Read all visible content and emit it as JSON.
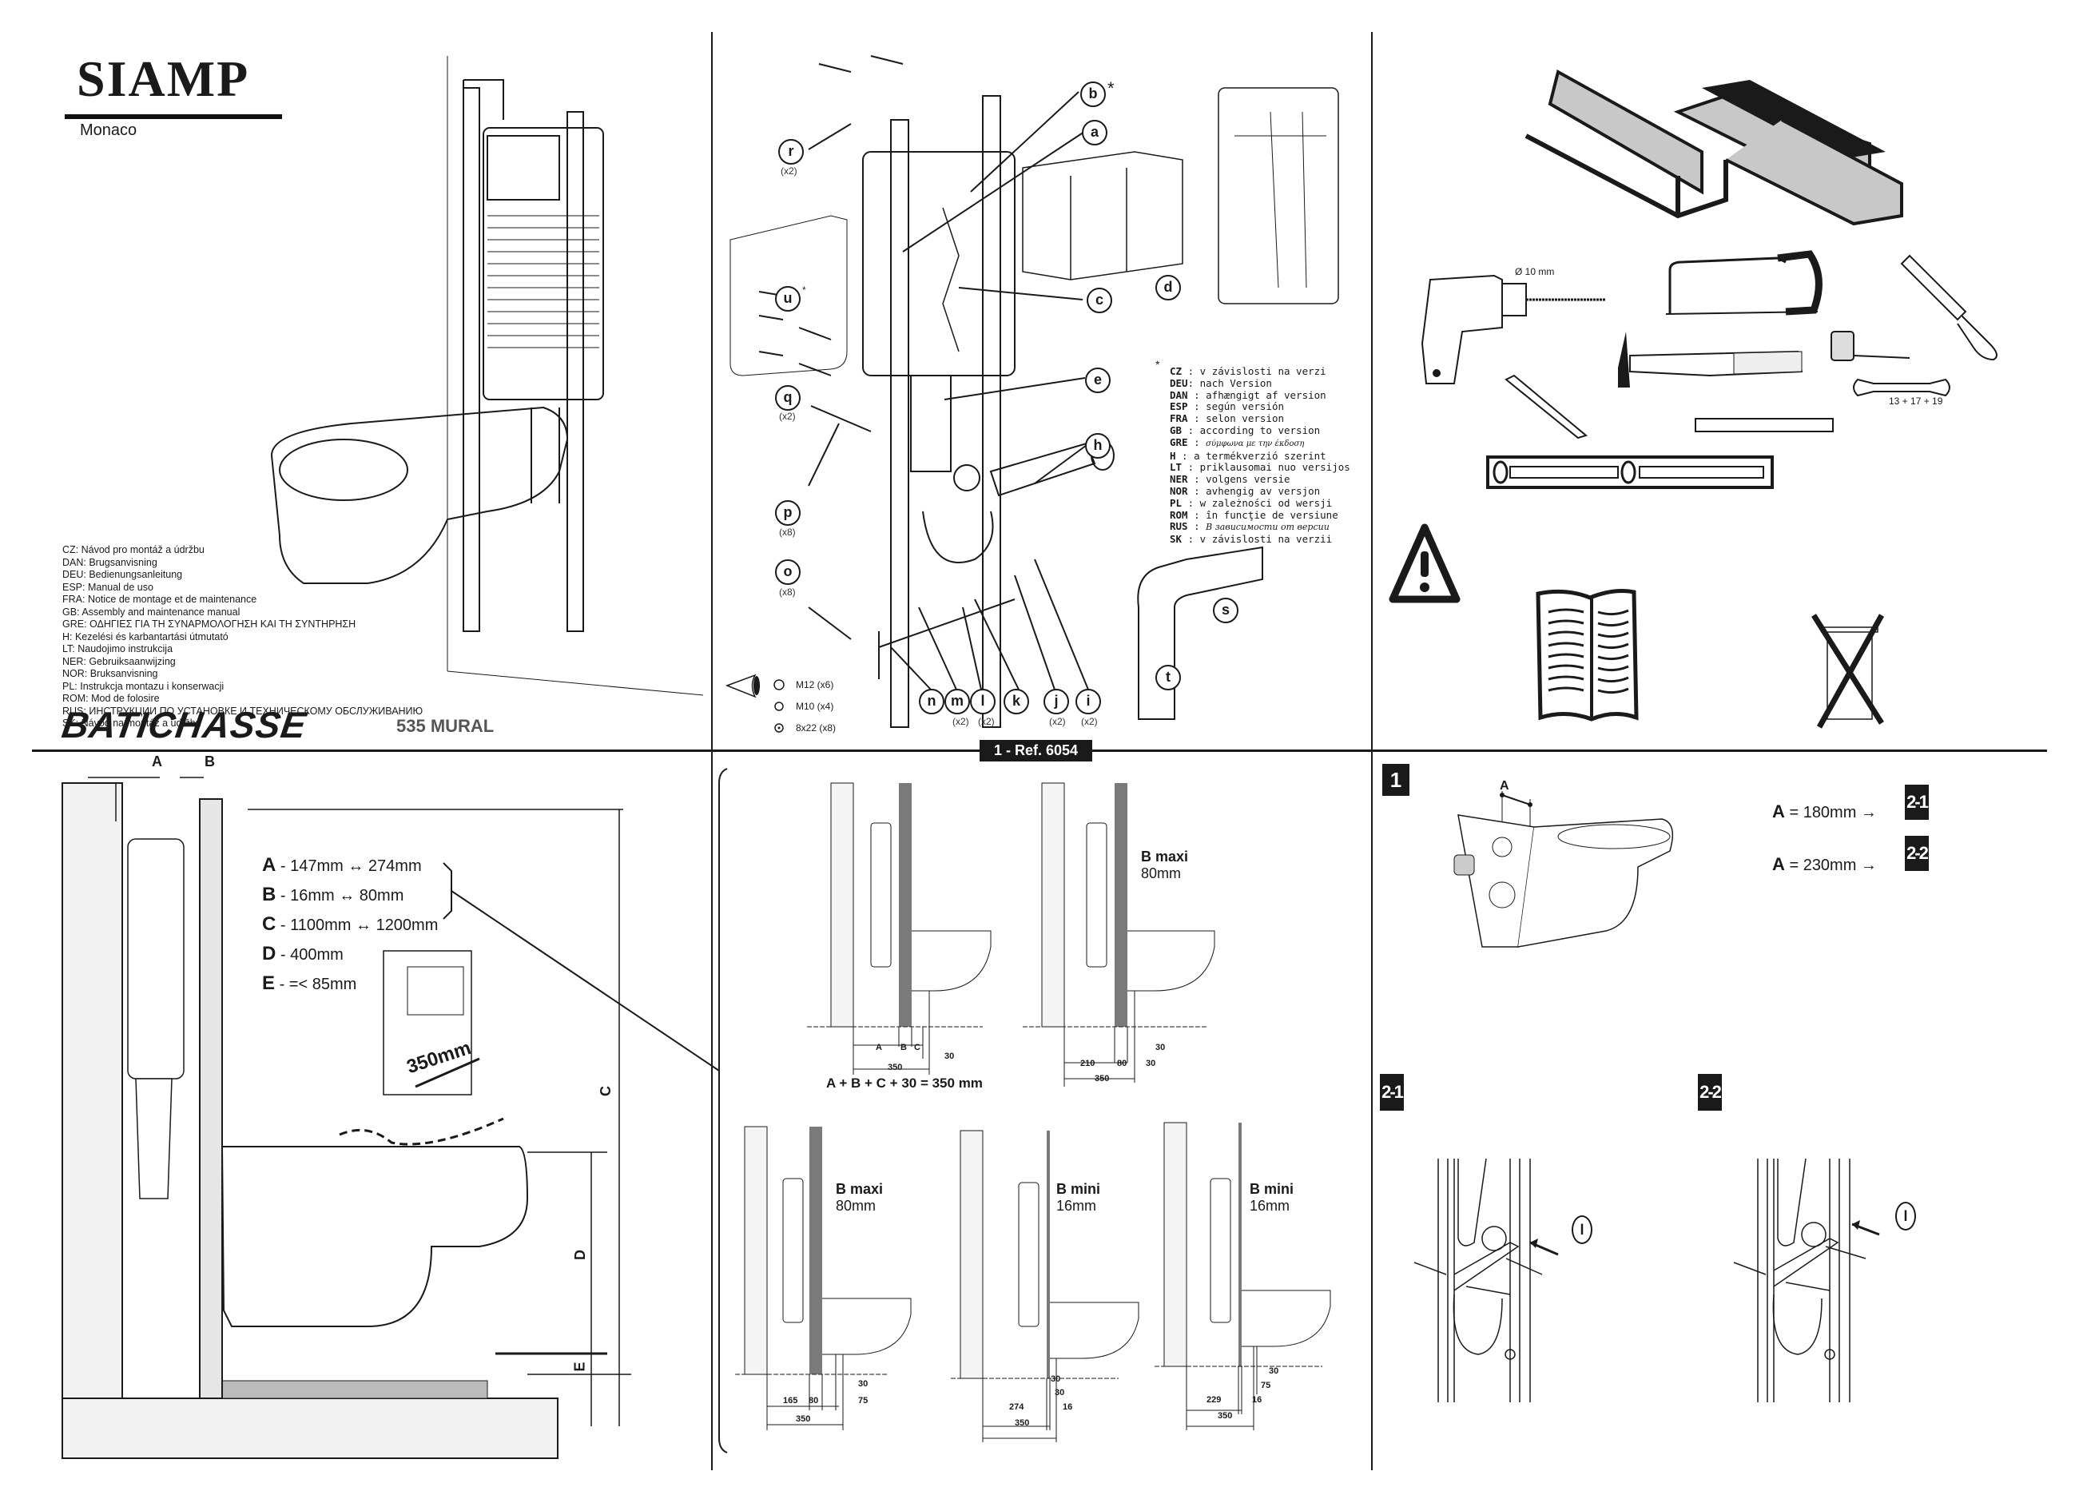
{
  "header": {
    "brand": "SIAMP",
    "brand_sub": "Monaco",
    "product": "BATICHASSE",
    "product_model": "535 MURAL",
    "ref_badge": "1 - Ref. 6054"
  },
  "languages": [
    "CZ: Návod pro montáž a údržbu",
    "DAN: Brugsanvisning",
    "DEU: Bedienungsanleitung",
    "ESP: Manual de uso",
    "FRA: Notice de montage et de maintenance",
    "GB: Assembly and maintenance manual",
    "GRE: ΟΔΗΓΙΕΣ ΓΙΑ ΤΗ ΣΥΝΑΡΜΟΛΟΓΗΣΗ ΚΑΙ ΤΗ ΣΥΝΤΗΡΗΣΗ",
    "H: Kezelési és karbantartási útmutató",
    "LT: Naudojimo instrukcija",
    "NER: Gebruiksaanwijzing",
    "NOR: Bruksanvisning",
    "PL: Instrukcja montazu i konserwacji",
    "ROM: Mod de folosire",
    "RUS: ИНСТРУКЦИИ ПО УСТАНОВКЕ И ТЕХНИЧЕСКОМУ ОБСЛУЖИВАНИЮ",
    "SK: Návod na montáž a údržbu"
  ],
  "version_note": {
    "marker": "*",
    "rows": [
      {
        "code": "CZ",
        "text": "v závislosti na verzi"
      },
      {
        "code": "DEU",
        "text": "nach Version"
      },
      {
        "code": "DAN",
        "text": "afhængigt af version"
      },
      {
        "code": "ESP",
        "text": "según versión"
      },
      {
        "code": "FRA",
        "text": "selon version"
      },
      {
        "code": "GB",
        "text": "according to version"
      },
      {
        "code": "GRE",
        "text": "σύμφωνα με την έκδοση"
      },
      {
        "code": "H",
        "text": "a termékverzió szerint"
      },
      {
        "code": "LT",
        "text": "priklausomai nuo versijos"
      },
      {
        "code": "NER",
        "text": "volgens versie"
      },
      {
        "code": "NOR",
        "text": "avhengig av versjon"
      },
      {
        "code": "PL",
        "text": "w zależności od wersji"
      },
      {
        "code": "ROM",
        "text": "în funcţie de versiune"
      },
      {
        "code": "RUS",
        "text": "В зависимости от версии"
      },
      {
        "code": "SK",
        "text": "v závislosti na verzii"
      }
    ]
  },
  "parts": {
    "callouts": {
      "a": "a",
      "b": "b",
      "c": "c",
      "d": "d",
      "e": "e",
      "h": "h",
      "i": "i",
      "j": "j",
      "k": "k",
      "l": "l",
      "m": "m",
      "n": "n",
      "o": "o",
      "p": "p",
      "q": "q",
      "r": "r",
      "s": "s",
      "t": "t",
      "u": "u"
    },
    "quantities": {
      "r": "(x2)",
      "q": "(x2)",
      "p": "(x8)",
      "o": "(x8)",
      "m": "(x2)",
      "l": "(x2)",
      "j": "(x2)",
      "i": "(x2)"
    },
    "asterisk": "*",
    "fasteners": [
      {
        "label": "M12 (x6)"
      },
      {
        "label": "M10 (x4)"
      },
      {
        "label": "8x22 (x8)"
      }
    ]
  },
  "tools": {
    "drill_bit": "Ø 10 mm",
    "wrench_sizes": "13 + 17 + 19"
  },
  "dimensions": {
    "list": [
      {
        "letter": "A",
        "text": "- 147mm ↔ 274mm"
      },
      {
        "letter": "B",
        "text": "- 16mm ↔ 80mm"
      },
      {
        "letter": "C",
        "text": "- 1100mm ↔ 1200mm"
      },
      {
        "letter": "D",
        "text": "- 400mm"
      },
      {
        "letter": "E",
        "text": "- =< 85mm"
      }
    ],
    "frame_width": "350mm",
    "side_labels": {
      "A": "A",
      "B": "B",
      "C": "C",
      "D": "D",
      "E": "E"
    }
  },
  "sections": {
    "s1": {
      "labels": {
        "a": "A",
        "b": "B",
        "c": "C"
      },
      "total": "350",
      "gap": "30",
      "formula": "A + B + C + 30 = 350 mm"
    },
    "s2": {
      "title": "B maxi",
      "value": "80mm",
      "nums": [
        "210",
        "80",
        "30",
        "30",
        "350"
      ]
    },
    "s3": {
      "title": "B maxi",
      "value": "80mm",
      "nums": [
        "165",
        "80",
        "30",
        "75",
        "350"
      ]
    },
    "s4": {
      "title": "B mini",
      "value": "16mm",
      "nums": [
        "274",
        "16",
        "30",
        "30",
        "350"
      ]
    },
    "s5": {
      "title": "B mini",
      "value": "16mm",
      "nums": [
        "229",
        "16",
        "30",
        "75",
        "350"
      ]
    }
  },
  "steps": {
    "step1": "1",
    "distance_label": "A",
    "options": [
      {
        "letter": "A",
        "text": "= 180mm →",
        "target": "2-1"
      },
      {
        "letter": "A",
        "text": "= 230mm →",
        "target": "2-2"
      }
    ],
    "step21": "2-1",
    "step22": "2-2",
    "detail_callout": "l"
  }
}
